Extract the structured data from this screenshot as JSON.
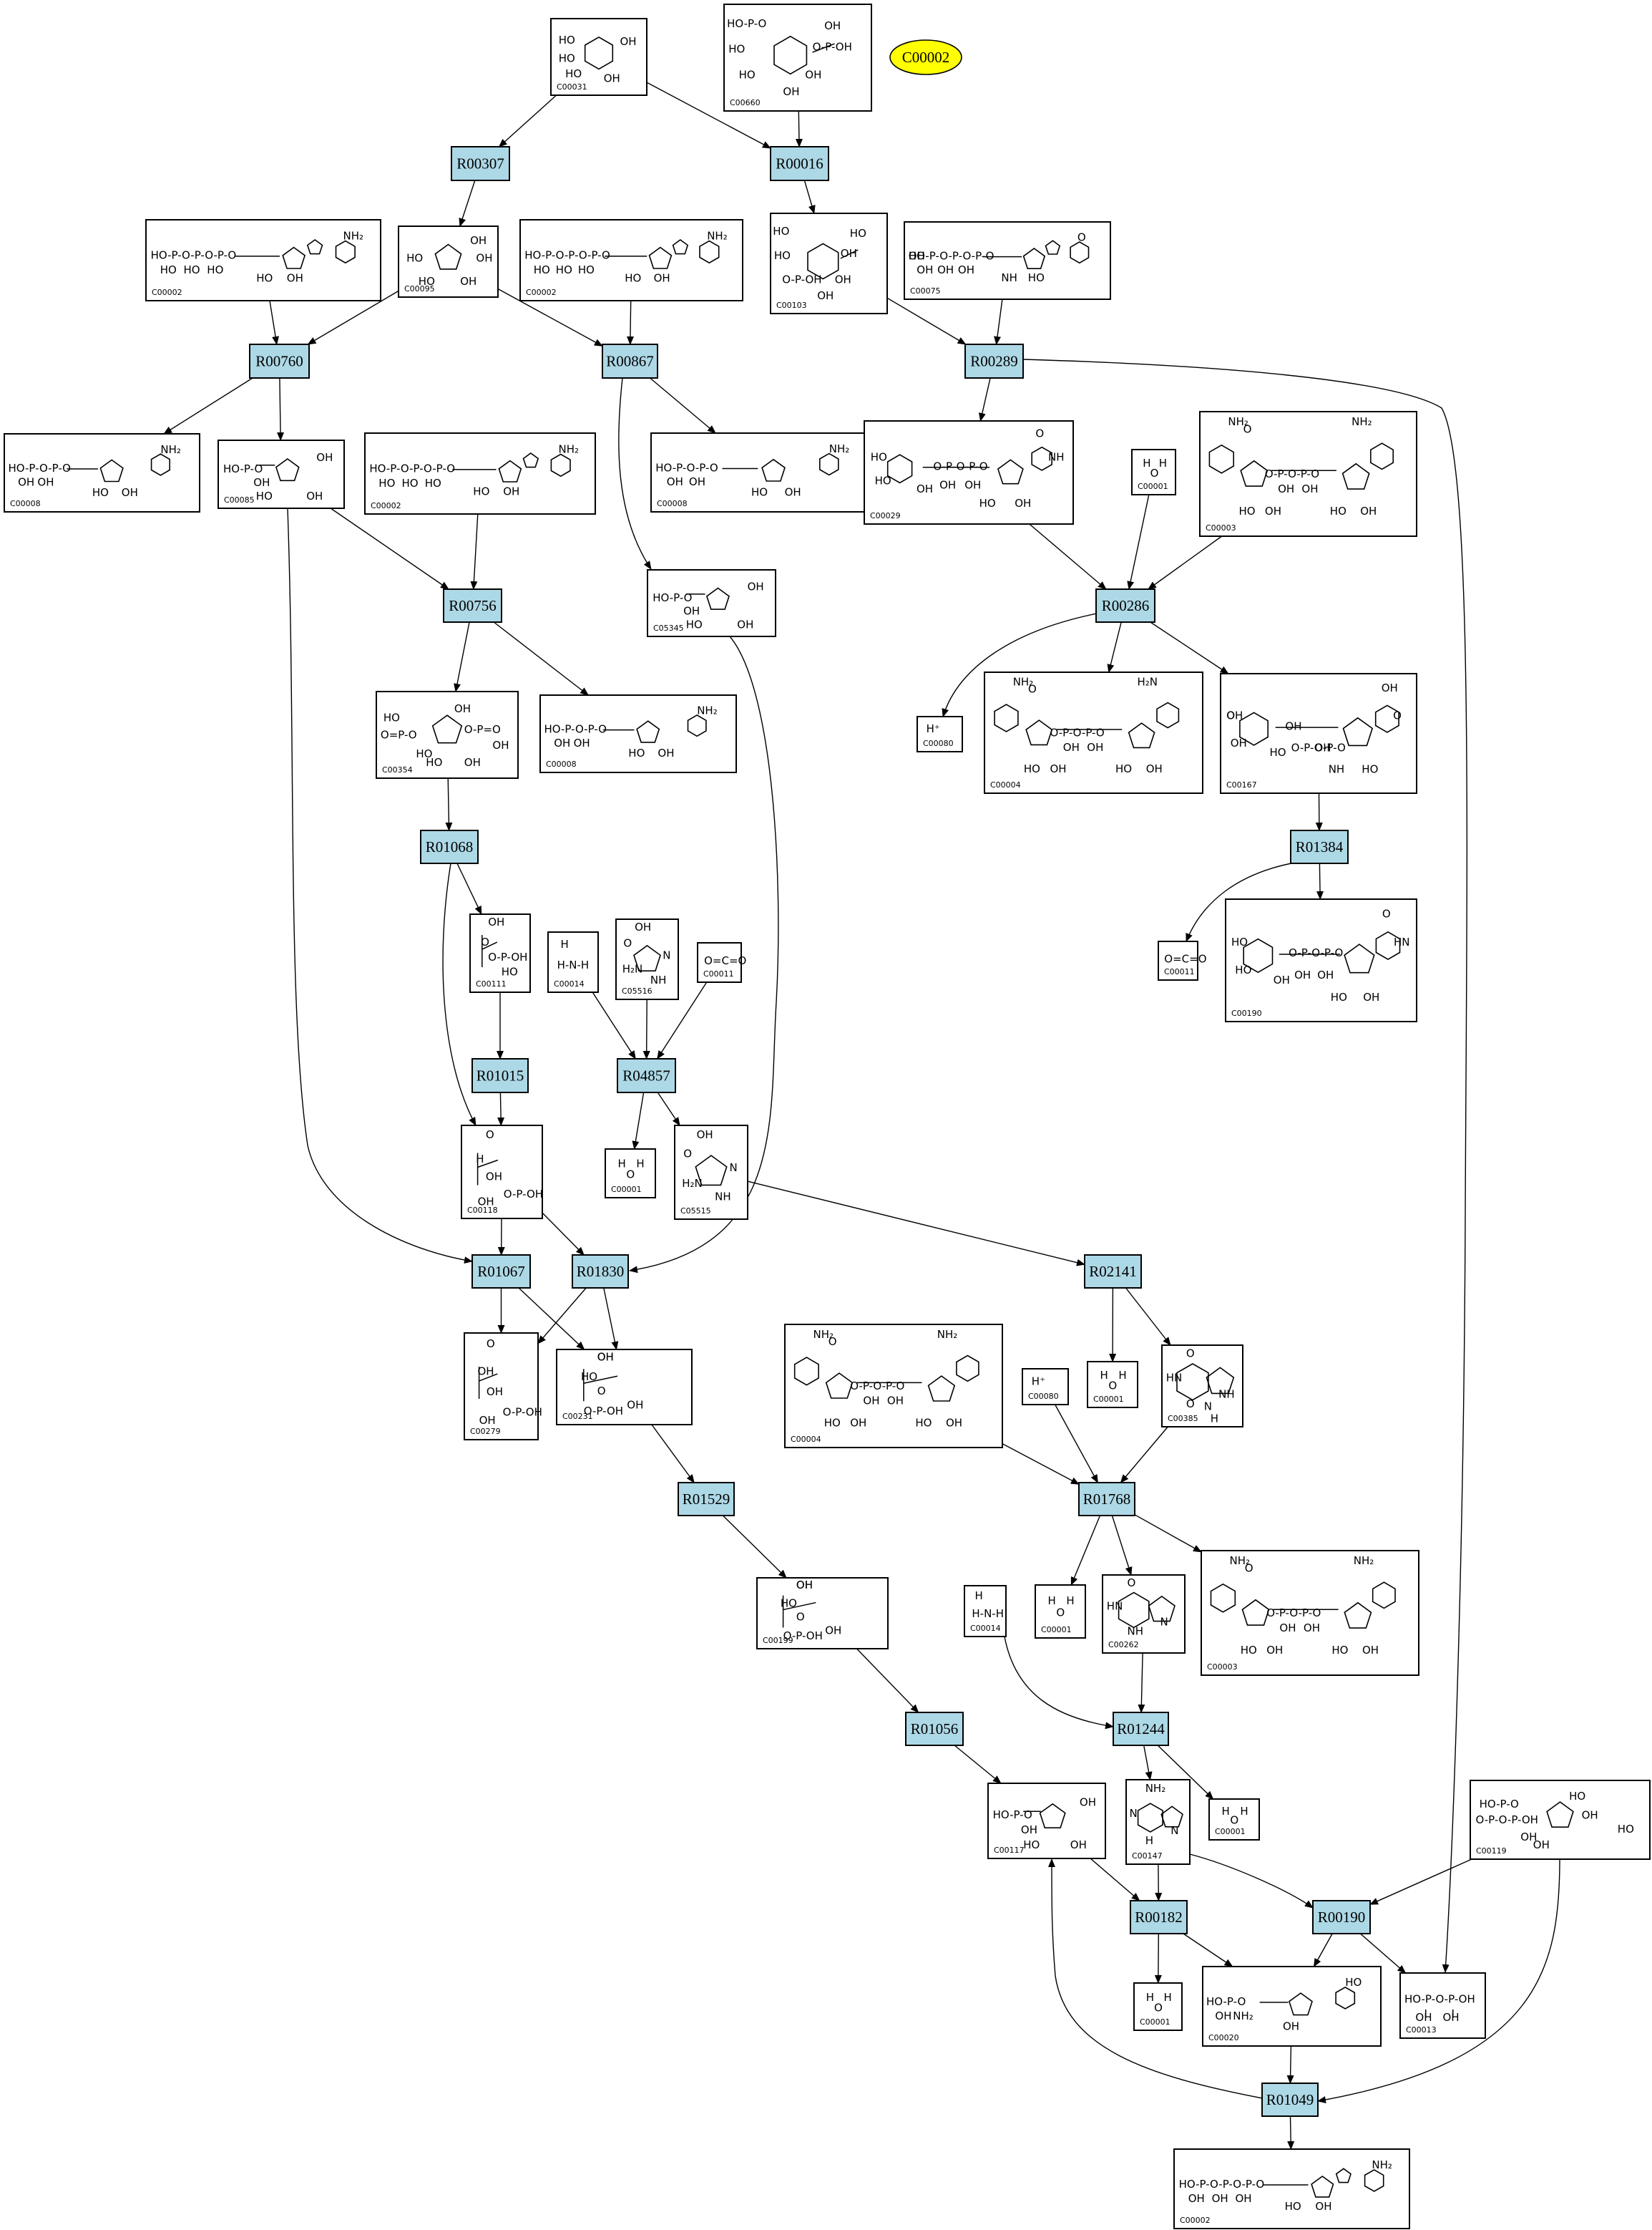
{
  "badge": {
    "label": "C00002",
    "color": "#ffff00"
  },
  "colors": {
    "reaction_fill": "#add8e6",
    "compound_fill": "#ffffff",
    "badge_fill": "#ffff00",
    "stroke": "#000000"
  },
  "compounds": [
    {
      "key": "c00031_a",
      "id": "C00031",
      "motif": "sugar6",
      "fragments": [
        "HO",
        "HO",
        "HO",
        "OH",
        "OH"
      ]
    },
    {
      "key": "c00660_a",
      "id": "C00660",
      "motif": "sugar6p",
      "fragments": [
        "HO-P-O",
        "HO",
        "OH",
        "O-P-OH",
        "HO",
        "OH",
        "OH"
      ]
    },
    {
      "key": "c00002_a",
      "id": "C00002",
      "motif": "ntp",
      "fragments": [
        "HO-P-O-P-O-P-O",
        "HO",
        "HO",
        "HO",
        "NH₂",
        "HO",
        "OH"
      ]
    },
    {
      "key": "c00095_a",
      "id": "C00095",
      "motif": "sugar5",
      "fragments": [
        "HO",
        "HO",
        "OH",
        "OH",
        "OH"
      ]
    },
    {
      "key": "c00002_b",
      "id": "C00002",
      "motif": "ntp",
      "fragments": [
        "HO-P-O-P-O-P-O",
        "HO",
        "HO",
        "HO",
        "NH₂",
        "HO",
        "OH"
      ]
    },
    {
      "key": "c00103_a",
      "id": "C00103",
      "motif": "sugar6p",
      "fragments": [
        "HO",
        "HO",
        "HO",
        "OH",
        "O-P-OH",
        "OH",
        "OH"
      ]
    },
    {
      "key": "c00075_a",
      "id": "C00075",
      "motif": "ntp",
      "fragments": [
        "HO-P-O-P-O-P-O",
        "OH",
        "OH",
        "OH",
        "O",
        "NH",
        "HO",
        "OH"
      ]
    },
    {
      "key": "c00008_a",
      "id": "C00008",
      "motif": "ndp",
      "fragments": [
        "HO-P-O-P-O",
        "OH",
        "OH",
        "NH₂",
        "HO",
        "OH"
      ]
    },
    {
      "key": "c00085_a",
      "id": "C00085",
      "motif": "sugar5p",
      "fragments": [
        "HO-P-O",
        "OH",
        "HO",
        "OH",
        "OH"
      ]
    },
    {
      "key": "c00002_c",
      "id": "C00002",
      "motif": "ntp",
      "fragments": [
        "HO-P-O-P-O-P-O",
        "HO",
        "HO",
        "HO",
        "NH₂",
        "HO",
        "OH"
      ]
    },
    {
      "key": "c00008_b",
      "id": "C00008",
      "motif": "ndp",
      "fragments": [
        "HO-P-O-P-O",
        "OH",
        "OH",
        "NH₂",
        "HO",
        "OH"
      ]
    },
    {
      "key": "c00029_a",
      "id": "C00029",
      "motif": "udpsugar",
      "fragments": [
        "HO",
        "HO",
        "OH",
        "O-P-O-P-O",
        "OH",
        "OH",
        "O",
        "NH",
        "HO",
        "OH"
      ]
    },
    {
      "key": "c00001_a",
      "id": "C00001",
      "motif": "water",
      "fragments": [
        "H",
        "O",
        "H"
      ]
    },
    {
      "key": "c00003_a",
      "id": "C00003",
      "motif": "nad",
      "fragments": [
        "NH₂",
        "O",
        "NH₂",
        "O-P-O-P-O",
        "OH",
        "OH",
        "HO",
        "OH",
        "HO",
        "OH"
      ]
    },
    {
      "key": "c05345_a",
      "id": "C05345",
      "motif": "sugar5p",
      "fragments": [
        "HO-P-O",
        "OH",
        "HO",
        "OH",
        "OH"
      ]
    },
    {
      "key": "c00354_a",
      "id": "C00354",
      "motif": "sugar5pp",
      "fragments": [
        "HO",
        "O=P-O",
        "HO",
        "OH",
        "O-P=O",
        "OH",
        "HO",
        "OH"
      ]
    },
    {
      "key": "c00008_c",
      "id": "C00008",
      "motif": "ndp",
      "fragments": [
        "HO-P-O-P-O",
        "OH",
        "OH",
        "NH₂",
        "HO",
        "OH"
      ]
    },
    {
      "key": "c00080_a",
      "id": "C00080",
      "motif": "proton",
      "fragments": [
        "H⁺"
      ]
    },
    {
      "key": "c00004_a",
      "id": "C00004",
      "motif": "nad",
      "fragments": [
        "NH₂",
        "O",
        "H₂N",
        "O-P-O-P-O",
        "OH",
        "OH",
        "HO",
        "OH",
        "HO",
        "OH"
      ]
    },
    {
      "key": "c00167_a",
      "id": "C00167",
      "motif": "udpsugar",
      "fragments": [
        "O",
        "OH",
        "HO",
        "OH",
        "O-P-O-P-O",
        "OH",
        "OH",
        "O",
        "NH",
        "HO",
        "OH"
      ]
    },
    {
      "key": "c00111_a",
      "id": "C00111",
      "motif": "chain",
      "fragments": [
        "OH",
        "O",
        "O-P-OH",
        "HO"
      ]
    },
    {
      "key": "c00014_a",
      "id": "C00014",
      "motif": "ammonia",
      "fragments": [
        "H",
        "H-N-H"
      ]
    },
    {
      "key": "c05516_a",
      "id": "C05516",
      "motif": "imidazole",
      "fragments": [
        "OH",
        "O",
        "H₂N",
        "N",
        "NH"
      ]
    },
    {
      "key": "c00011_a",
      "id": "C00011",
      "motif": "co2",
      "fragments": [
        "O=C=O"
      ]
    },
    {
      "key": "c00011_b",
      "id": "C00011",
      "motif": "co2",
      "fragments": [
        "O=C=O"
      ]
    },
    {
      "key": "c00190_a",
      "id": "C00190",
      "motif": "udpsugar",
      "fragments": [
        "HO",
        "HO",
        "OH",
        "O-P-O-P-O",
        "OH",
        "OH",
        "O",
        "HN",
        "HO",
        "OH"
      ]
    },
    {
      "key": "c00118_a",
      "id": "C00118",
      "motif": "chain",
      "fragments": [
        "O",
        "H",
        "OH",
        "O-P-OH",
        "OH"
      ]
    },
    {
      "key": "c00001_b",
      "id": "C00001",
      "motif": "water",
      "fragments": [
        "H",
        "O",
        "H"
      ]
    },
    {
      "key": "c05515_a",
      "id": "C05515",
      "motif": "imidazole",
      "fragments": [
        "OH",
        "O",
        "H₂N",
        "N",
        "NH"
      ]
    },
    {
      "key": "c00279_a",
      "id": "C00279",
      "motif": "chain",
      "fragments": [
        "O",
        "OH",
        "OH",
        "O-P-OH",
        "OH"
      ]
    },
    {
      "key": "c00231_a",
      "id": "C00231",
      "motif": "chain",
      "fragments": [
        "OH",
        "HO",
        "O",
        "OH",
        "O-P-OH",
        "OH"
      ]
    },
    {
      "key": "c00004_b",
      "id": "C00004",
      "motif": "nad",
      "fragments": [
        "NH₂",
        "O",
        "NH₂",
        "O-P-O-P-O",
        "OH",
        "OH",
        "HO",
        "OH",
        "HO",
        "OH"
      ]
    },
    {
      "key": "c00080_b",
      "id": "C00080",
      "motif": "proton",
      "fragments": [
        "H⁺"
      ]
    },
    {
      "key": "c00001_c",
      "id": "C00001",
      "motif": "water",
      "fragments": [
        "H",
        "O",
        "H"
      ]
    },
    {
      "key": "c00385_a",
      "id": "C00385",
      "motif": "purine",
      "fragments": [
        "O",
        "HN",
        "NH",
        "O",
        "N",
        "H"
      ]
    },
    {
      "key": "c00199_a",
      "id": "C00199",
      "motif": "chain",
      "fragments": [
        "OH",
        "HO",
        "O",
        "OH",
        "O-P-OH",
        "OH"
      ]
    },
    {
      "key": "c00014_b",
      "id": "C00014",
      "motif": "ammonia",
      "fragments": [
        "H",
        "H-N-H"
      ]
    },
    {
      "key": "c00001_d",
      "id": "C00001",
      "motif": "water",
      "fragments": [
        "H",
        "O",
        "H"
      ]
    },
    {
      "key": "c00262_a",
      "id": "C00262",
      "motif": "purine",
      "fragments": [
        "O",
        "HN",
        "N",
        "NH"
      ]
    },
    {
      "key": "c00003_b",
      "id": "C00003",
      "motif": "nad",
      "fragments": [
        "NH₂",
        "O",
        "NH₂",
        "O-P-O-P-O",
        "OH",
        "OH",
        "HO",
        "OH",
        "HO",
        "OH"
      ]
    },
    {
      "key": "c00117_a",
      "id": "C00117",
      "motif": "sugar5p",
      "fragments": [
        "HO-P-O",
        "OH",
        "HO",
        "OH",
        "OH"
      ]
    },
    {
      "key": "c00147_a",
      "id": "C00147",
      "motif": "purine",
      "fragments": [
        "NH₂",
        "N",
        "N",
        "H"
      ]
    },
    {
      "key": "c00001_e",
      "id": "C00001",
      "motif": "water",
      "fragments": [
        "H",
        "O",
        "H"
      ]
    },
    {
      "key": "c00119_a",
      "id": "C00119",
      "motif": "sugar5pp",
      "fragments": [
        "HO-P-O",
        "O-P-O-P-OH",
        "OH",
        "HO",
        "OH",
        "HO",
        "OH"
      ]
    },
    {
      "key": "c00001_f",
      "id": "C00001",
      "motif": "water",
      "fragments": [
        "H",
        "O",
        "H"
      ]
    },
    {
      "key": "c00020_a",
      "id": "C00020",
      "motif": "ndp",
      "fragments": [
        "HO-P-O",
        "OH",
        "NH₂",
        "HO",
        "OH"
      ]
    },
    {
      "key": "c00013_a",
      "id": "C00013",
      "motif": "pyro",
      "fragments": [
        "HO-P-O-P-OH",
        "OH",
        "OH"
      ]
    },
    {
      "key": "c00002_d",
      "id": "C00002",
      "motif": "ntp",
      "fragments": [
        "HO-P-O-P-O-P-O",
        "OH",
        "OH",
        "OH",
        "NH₂",
        "HO",
        "OH"
      ]
    }
  ],
  "reactions": [
    {
      "key": "R00307",
      "label": "R00307"
    },
    {
      "key": "R00016",
      "label": "R00016"
    },
    {
      "key": "R00760",
      "label": "R00760"
    },
    {
      "key": "R00867",
      "label": "R00867"
    },
    {
      "key": "R00289",
      "label": "R00289"
    },
    {
      "key": "R00756",
      "label": "R00756"
    },
    {
      "key": "R00286",
      "label": "R00286"
    },
    {
      "key": "R01068",
      "label": "R01068"
    },
    {
      "key": "R01384",
      "label": "R01384"
    },
    {
      "key": "R01015",
      "label": "R01015"
    },
    {
      "key": "R04857",
      "label": "R04857"
    },
    {
      "key": "R01067",
      "label": "R01067"
    },
    {
      "key": "R01830",
      "label": "R01830"
    },
    {
      "key": "R02141",
      "label": "R02141"
    },
    {
      "key": "R01529",
      "label": "R01529"
    },
    {
      "key": "R01768",
      "label": "R01768"
    },
    {
      "key": "R01056",
      "label": "R01056"
    },
    {
      "key": "R01244",
      "label": "R01244"
    },
    {
      "key": "R00182",
      "label": "R00182"
    },
    {
      "key": "R00190",
      "label": "R00190"
    },
    {
      "key": "R01049",
      "label": "R01049"
    }
  ],
  "edges": [
    [
      "c00031_a",
      "R00307"
    ],
    [
      "c00031_a",
      "R00016"
    ],
    [
      "c00660_a",
      "R00016"
    ],
    [
      "R00307",
      "c00095_a"
    ],
    [
      "R00016",
      "c00103_a"
    ],
    [
      "c00002_a",
      "R00760"
    ],
    [
      "c00095_a",
      "R00760"
    ],
    [
      "c00095_a",
      "R00867"
    ],
    [
      "c00002_b",
      "R00867"
    ],
    [
      "c00103_a",
      "R00289"
    ],
    [
      "c00075_a",
      "R00289"
    ],
    [
      "R00760",
      "c00008_a"
    ],
    [
      "R00760",
      "c00085_a"
    ],
    [
      "R00867",
      "c00008_b"
    ],
    [
      "R00867",
      "c05345_a"
    ],
    [
      "R00289",
      "c00029_a"
    ],
    [
      "R00289",
      "c00013_a"
    ],
    [
      "c00085_a",
      "R00756"
    ],
    [
      "c00002_c",
      "R00756"
    ],
    [
      "c00085_a",
      "R01067"
    ],
    [
      "c00029_a",
      "R00286"
    ],
    [
      "c00001_a",
      "R00286"
    ],
    [
      "c00003_a",
      "R00286"
    ],
    [
      "R00756",
      "c00354_a"
    ],
    [
      "R00756",
      "c00008_c"
    ],
    [
      "R00286",
      "c00080_a"
    ],
    [
      "R00286",
      "c00004_a"
    ],
    [
      "R00286",
      "c00167_a"
    ],
    [
      "c05345_a",
      "R01830"
    ],
    [
      "c00354_a",
      "R01068"
    ],
    [
      "R01068",
      "c00111_a"
    ],
    [
      "R01068",
      "c00118_a"
    ],
    [
      "c00167_a",
      "R01384"
    ],
    [
      "R01384",
      "c00011_b"
    ],
    [
      "R01384",
      "c00190_a"
    ],
    [
      "c00111_a",
      "R01015"
    ],
    [
      "R01015",
      "c00118_a"
    ],
    [
      "c00014_a",
      "R04857"
    ],
    [
      "c05516_a",
      "R04857"
    ],
    [
      "c00011_a",
      "R04857"
    ],
    [
      "R04857",
      "c00001_b"
    ],
    [
      "R04857",
      "c05515_a"
    ],
    [
      "c00118_a",
      "R01067"
    ],
    [
      "c00118_a",
      "R01830"
    ],
    [
      "c05515_a",
      "R02141"
    ],
    [
      "R01067",
      "c00279_a"
    ],
    [
      "R01067",
      "c00231_a"
    ],
    [
      "R01830",
      "c00231_a"
    ],
    [
      "R01830",
      "c00279_a"
    ],
    [
      "R02141",
      "c00001_c"
    ],
    [
      "R02141",
      "c00385_a"
    ],
    [
      "c00231_a",
      "R01529"
    ],
    [
      "R01529",
      "c00199_a"
    ],
    [
      "c00004_b",
      "R01768"
    ],
    [
      "c00080_b",
      "R01768"
    ],
    [
      "c00385_a",
      "R01768"
    ],
    [
      "R01768",
      "c00001_d"
    ],
    [
      "R01768",
      "c00262_a"
    ],
    [
      "R01768",
      "c00003_b"
    ],
    [
      "c00199_a",
      "R01056"
    ],
    [
      "R01056",
      "c00117_a"
    ],
    [
      "c00014_b",
      "R01244"
    ],
    [
      "c00262_a",
      "R01244"
    ],
    [
      "R01244",
      "c00147_a"
    ],
    [
      "R01244",
      "c00001_e"
    ],
    [
      "c00117_a",
      "R00182"
    ],
    [
      "c00147_a",
      "R00182"
    ],
    [
      "c00147_a",
      "R00190"
    ],
    [
      "c00119_a",
      "R00190"
    ],
    [
      "R00182",
      "c00001_f"
    ],
    [
      "R00182",
      "c00020_a"
    ],
    [
      "R00190",
      "c00020_a"
    ],
    [
      "R00190",
      "c00013_a"
    ],
    [
      "c00020_a",
      "R01049"
    ],
    [
      "c00119_a",
      "R01049"
    ],
    [
      "R01049",
      "c00002_d"
    ],
    [
      "R01049",
      "c00117_a"
    ]
  ]
}
